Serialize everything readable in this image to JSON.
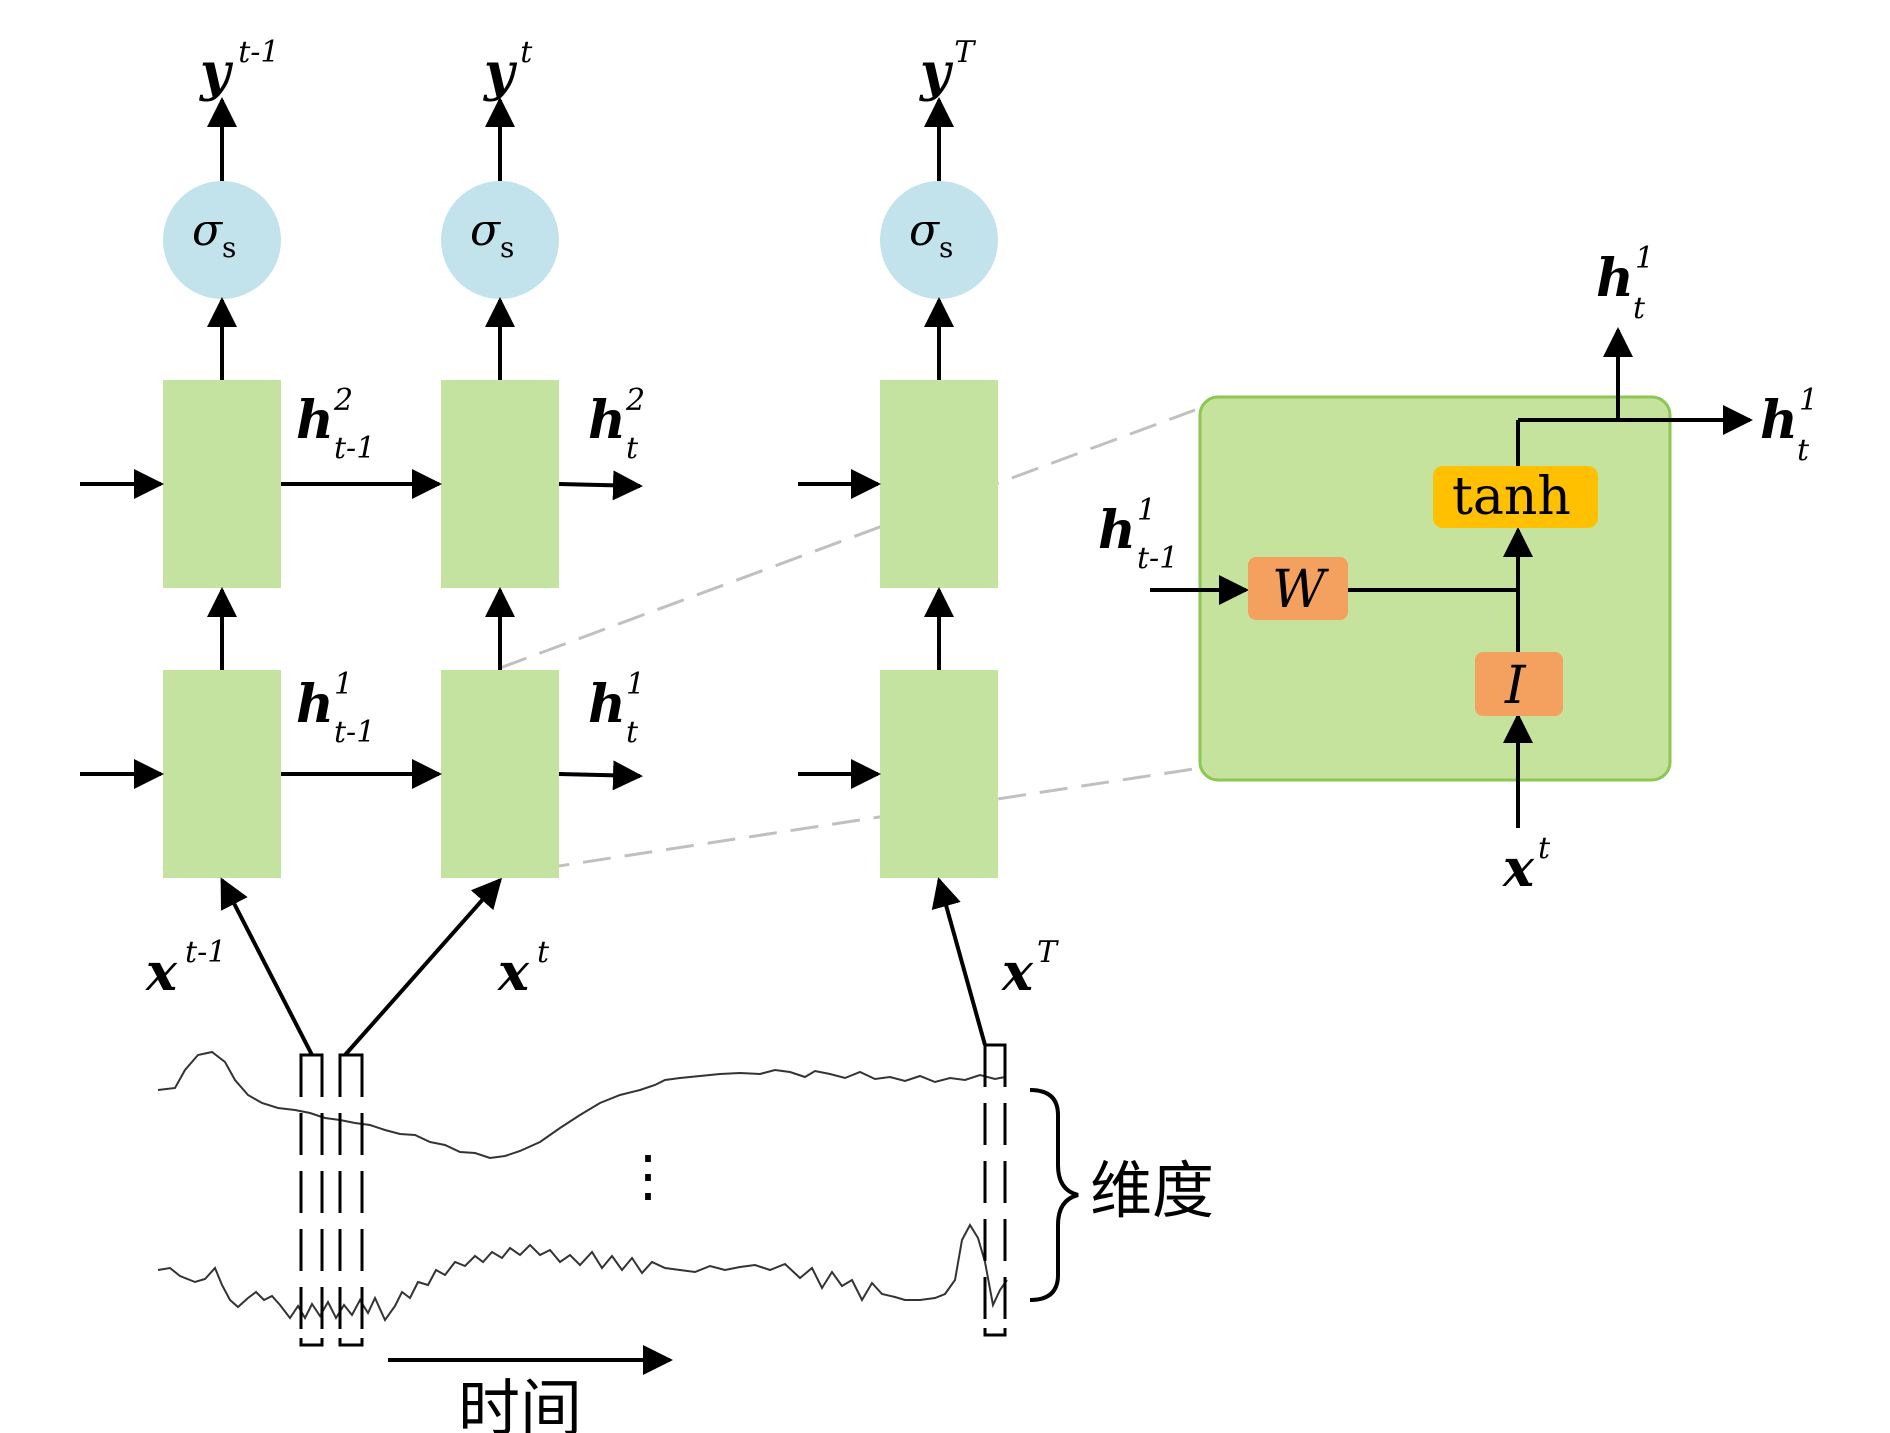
{
  "labels": {
    "sigma": "σ",
    "sigma_sub": "s",
    "y": "y",
    "h": "h",
    "x": "x",
    "sup_tm1": "t-1",
    "sup_t": "t",
    "sup_T": "T",
    "sup_1": "1",
    "sup_2": "2",
    "sub_tm1": "t-1",
    "sub_t": "t",
    "ellipsis": "⋮",
    "dimension": "维度",
    "time": "时间"
  },
  "inset": {
    "w_label": "W",
    "i_label": "I",
    "tanh_label": "tanh"
  },
  "colors": {
    "cell_green": "#c5e3a0",
    "inset_fill": "#c6e39d",
    "inset_border": "#8cc653",
    "sigma_blue": "#c2e3ec",
    "orange_box": "#f4a05f",
    "tanh_box": "#ffc000",
    "arrow": "#000000",
    "dash": "#c0c0c0"
  }
}
